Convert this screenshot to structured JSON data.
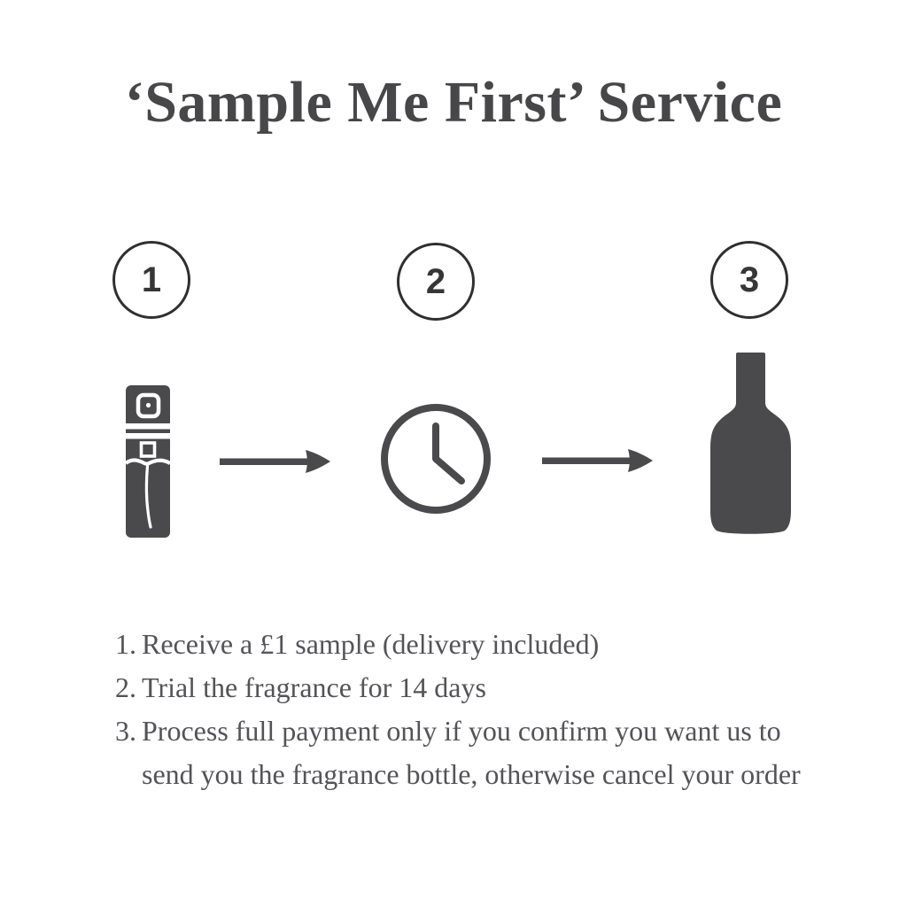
{
  "title": {
    "text": "‘Sample Me First’ Service"
  },
  "steps": [
    {
      "number": "1",
      "icon": "sample-spray-vial-icon"
    },
    {
      "number": "2",
      "icon": "clock-icon"
    },
    {
      "number": "3",
      "icon": "fragrance-bottle-icon"
    }
  ],
  "instructions": [
    {
      "number": "1.",
      "text": "Receive a £1 sample (delivery included)"
    },
    {
      "number": "2.",
      "text": "Trial the fragrance for 14 days"
    },
    {
      "number": "3.",
      "text": "Process full payment only if you confirm you want us to\nsend you the fragrance bottle, otherwise cancel your order"
    }
  ],
  "colors": {
    "background": "#ffffff",
    "ink": "#4a4a4c",
    "title": "#47474a",
    "body-text": "#535358",
    "circle-stroke": "#2f2f31",
    "step-number": "#363638"
  }
}
